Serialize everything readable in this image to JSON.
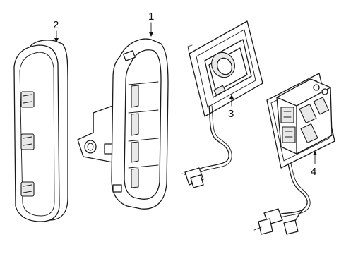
{
  "diagram": {
    "callouts": [
      {
        "id": "2",
        "label": "2"
      },
      {
        "id": "1",
        "label": "1"
      },
      {
        "id": "3",
        "label": "3"
      },
      {
        "id": "4",
        "label": "4"
      }
    ]
  }
}
